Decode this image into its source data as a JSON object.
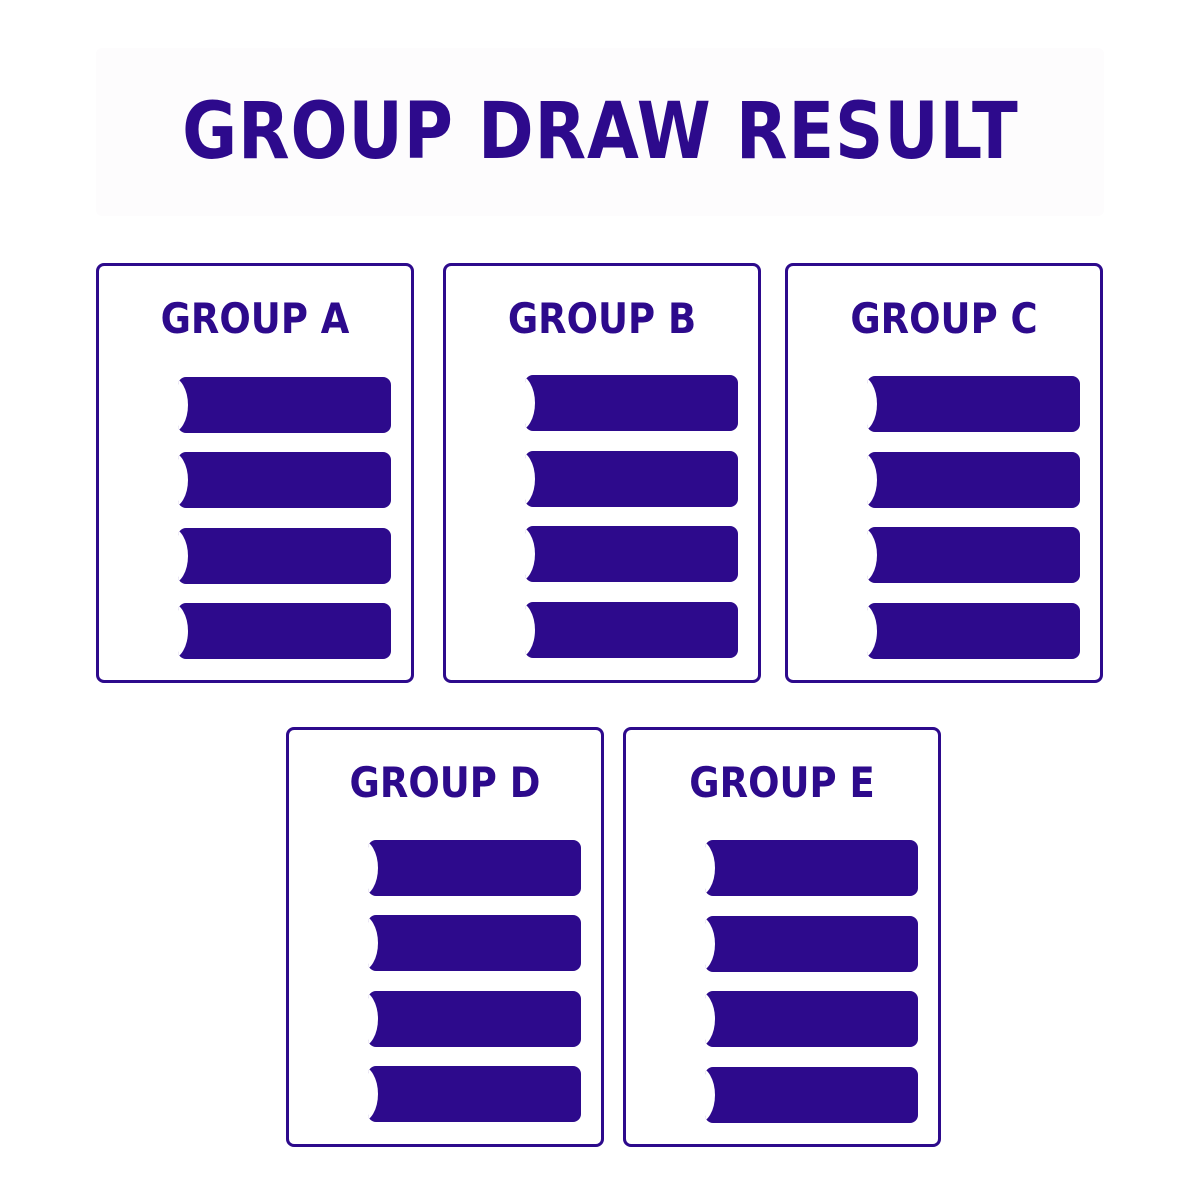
{
  "title": "GROUP DRAW RESULT",
  "groups": [
    {
      "name": "GROUP A",
      "slots": 4
    },
    {
      "name": "GROUP B",
      "slots": 4
    },
    {
      "name": "GROUP C",
      "slots": 4
    },
    {
      "name": "GROUP D",
      "slots": 4
    },
    {
      "name": "GROUP E",
      "slots": 4
    }
  ],
  "colors": {
    "accent": "#2d0a8c",
    "background": "#ffffff",
    "banner": "#fdfcfd"
  }
}
